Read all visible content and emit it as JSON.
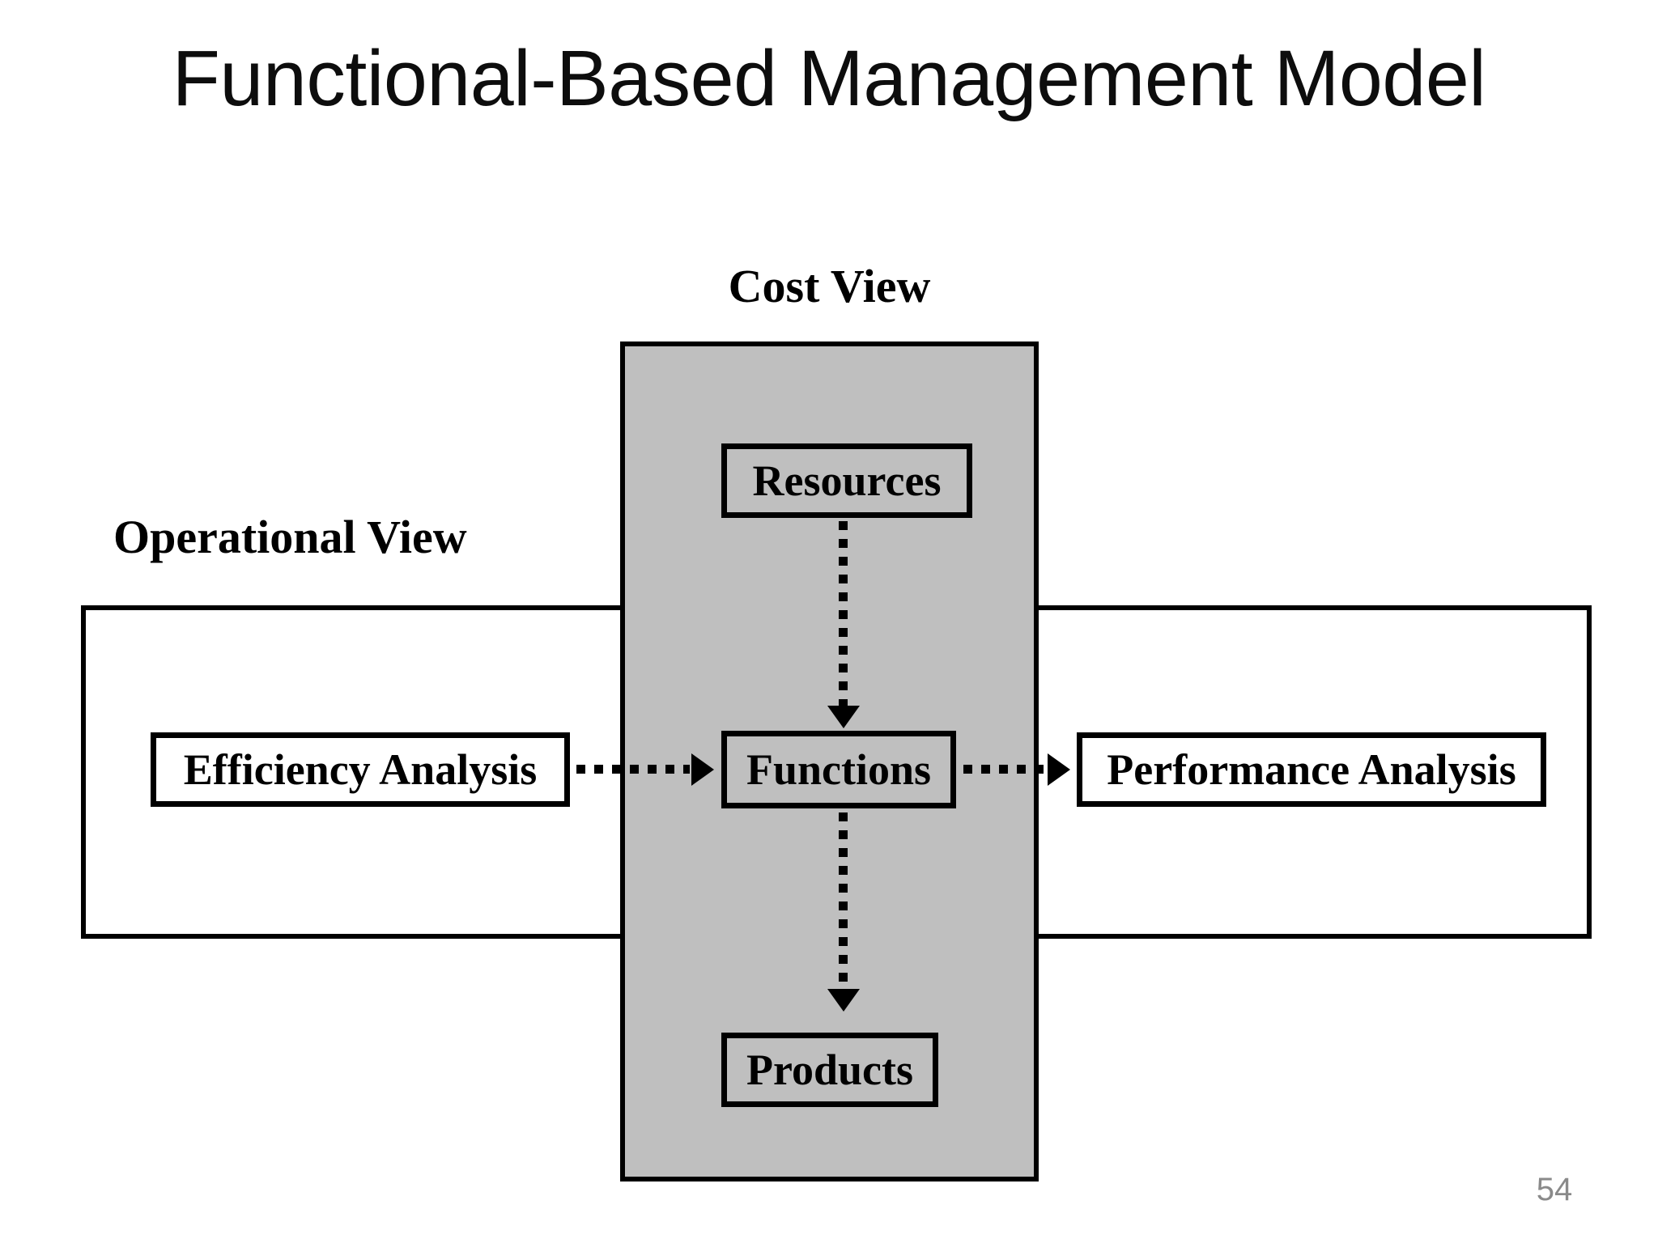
{
  "slide": {
    "title": "Functional-Based Management Model",
    "page_number": "54",
    "background_color": "#ffffff"
  },
  "diagram": {
    "type": "cross-model",
    "views": [
      {
        "id": "cost-view",
        "label": "Cost View",
        "orientation": "vertical",
        "fill_color": "#bfbfbf",
        "border_color": "#000000"
      },
      {
        "id": "operational-view",
        "label": "Operational View",
        "orientation": "horizontal",
        "fill_color": "#ffffff",
        "border_color": "#000000"
      }
    ],
    "nodes": [
      {
        "id": "resources",
        "label": "Resources",
        "view": "cost-view"
      },
      {
        "id": "functions",
        "label": "Functions",
        "view": "both"
      },
      {
        "id": "products",
        "label": "Products",
        "view": "cost-view"
      },
      {
        "id": "efficiency-analysis",
        "label": "Efficiency Analysis",
        "view": "operational-view"
      },
      {
        "id": "performance-analysis",
        "label": "Performance Analysis",
        "view": "operational-view"
      }
    ],
    "connectors": [
      {
        "id": "resources-to-functions",
        "from": "resources",
        "to": "functions",
        "direction": "down",
        "style": "dotted"
      },
      {
        "id": "functions-to-products",
        "from": "functions",
        "to": "products",
        "direction": "down",
        "style": "dotted"
      },
      {
        "id": "efficiency-analysis-to-functions",
        "from": "efficiency-analysis",
        "to": "functions",
        "direction": "right",
        "style": "dotted"
      },
      {
        "id": "functions-to-performance-analysis",
        "from": "functions",
        "to": "performance-analysis",
        "direction": "right",
        "style": "dotted"
      }
    ]
  },
  "chart_data": {
    "type": "diagram",
    "title": "Functional-Based Management Model",
    "nodes": [
      "Resources",
      "Functions",
      "Products",
      "Efficiency Analysis",
      "Performance Analysis"
    ],
    "groups": [
      "Cost View",
      "Operational View"
    ],
    "edges": [
      [
        "Resources",
        "Functions"
      ],
      [
        "Functions",
        "Products"
      ],
      [
        "Efficiency Analysis",
        "Functions"
      ],
      [
        "Functions",
        "Performance Analysis"
      ]
    ]
  }
}
